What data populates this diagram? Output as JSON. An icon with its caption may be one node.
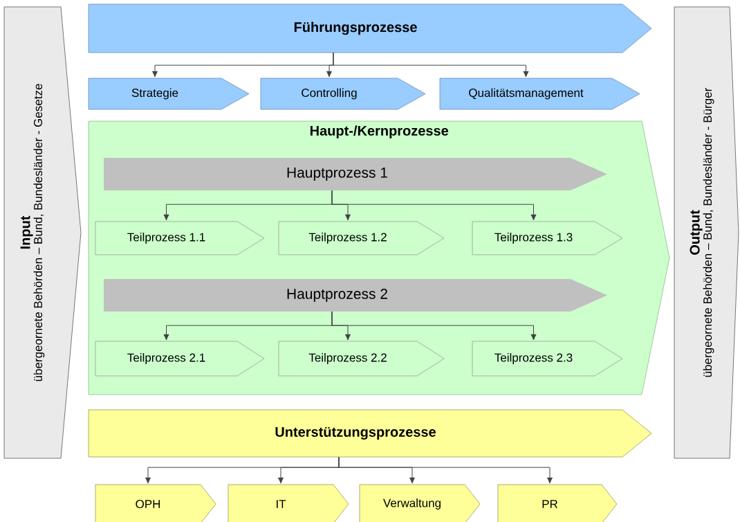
{
  "diagram": {
    "nodes": [
      {
        "text": [
          "Input",
          "übergeornete Behörden – Bund, Bundesländer - Gesetze"
        ]
      },
      {
        "text": [
          "Führungsprozesse"
        ]
      },
      {
        "text": [
          "Strategie"
        ]
      },
      {
        "text": [
          "Controlling"
        ]
      },
      {
        "text": [
          "Qualitätsmanagement"
        ]
      },
      {
        "text": [
          "Haupt-/Kernprozesse"
        ]
      },
      {
        "text": [
          "Hauptprozess 1"
        ],
        "in": 5
      },
      {
        "text": [
          "Teilprozess 1.1"
        ],
        "in": 5
      },
      {
        "text": [
          "Teilprozess 1.2"
        ],
        "in": 5
      },
      {
        "text": [
          "Teilprozess 1.3"
        ],
        "in": 5
      },
      {
        "text": [
          "Hauptprozess 2"
        ],
        "in": 5
      },
      {
        "text": [
          "Teilprozess 2.1"
        ],
        "in": 5
      },
      {
        "text": [
          "Teilprozess 2.2"
        ],
        "in": 5
      },
      {
        "text": [
          "Teilprozess 2.3"
        ],
        "in": 5
      },
      {
        "text": [
          "Unterstützungsprozesse"
        ]
      },
      {
        "text": [
          "OPH"
        ]
      },
      {
        "text": [
          "IT"
        ]
      },
      {
        "text": [
          "Verwaltung"
        ]
      },
      {
        "text": [
          "PR"
        ]
      },
      {
        "text": [
          "Output",
          "übergeornete Behörden – Bund, Bundesländer - Bürger"
        ]
      }
    ],
    "edges": [
      {
        "from": 1,
        "to": 2,
        "arrow": "to"
      },
      {
        "from": 1,
        "to": 3,
        "arrow": "to"
      },
      {
        "from": 1,
        "to": 4,
        "arrow": "to"
      },
      {
        "from": 6,
        "to": 7,
        "arrow": "to"
      },
      {
        "from": 6,
        "to": 8,
        "arrow": "to"
      },
      {
        "from": 6,
        "to": 9,
        "arrow": "to"
      },
      {
        "from": 10,
        "to": 11,
        "arrow": "to"
      },
      {
        "from": 10,
        "to": 12,
        "arrow": "to"
      },
      {
        "from": 10,
        "to": 13,
        "arrow": "to"
      },
      {
        "from": 14,
        "to": 15,
        "arrow": "to"
      },
      {
        "from": 14,
        "to": 16,
        "arrow": "to"
      },
      {
        "from": 14,
        "to": 17,
        "arrow": "to"
      },
      {
        "from": 14,
        "to": 18,
        "arrow": "to"
      }
    ]
  }
}
